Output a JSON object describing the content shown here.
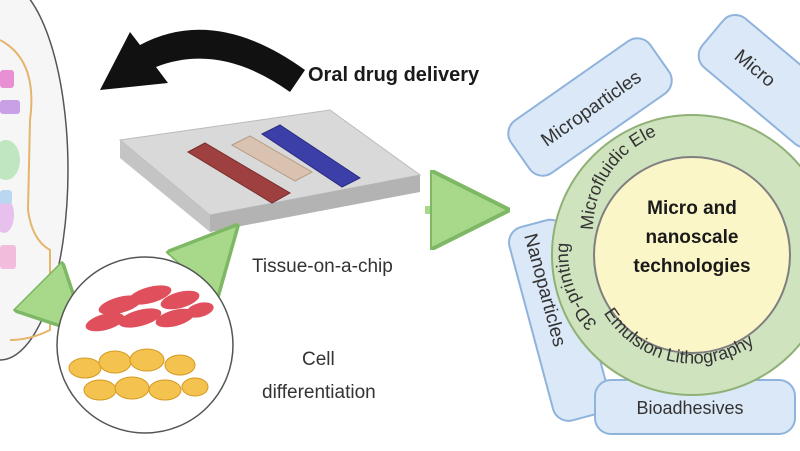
{
  "diagram": {
    "arrow_label": "Oral drug delivery",
    "chip_label": "Tissue-on-a-chip",
    "cell_label_line1": "Cell",
    "cell_label_line2": "differentiation",
    "center_line1": "Micro and",
    "center_line2": "nanoscale",
    "center_line3": "technologies",
    "ring_text": "Microfluidic  Ele",
    "ring_text_lower": "3D-printing",
    "ring_text_bottom": "Emulsion  Lithography",
    "petals": {
      "top_left": "Microparticles",
      "top_right": "Micro",
      "left": "Nanoparticles",
      "bottom": "Bioadhesives"
    }
  },
  "colors": {
    "petal_fill": "#dbe8f7",
    "petal_stroke": "#8fb3dc",
    "ring_fill": "#cfe3bf",
    "center_fill": "#fbf6c8",
    "arrow_black": "#111111",
    "green_arrow": "#a8d98a",
    "red_cells": "#e0505c",
    "yellow_cells": "#f4c24e",
    "chip_red": "#9e4040",
    "chip_blue": "#3d3fa8"
  }
}
